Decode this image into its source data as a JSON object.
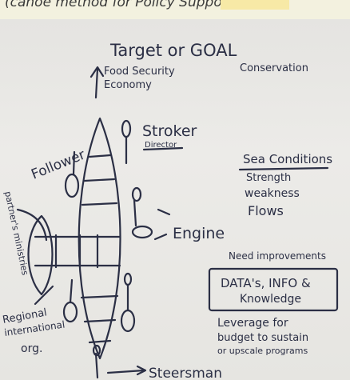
{
  "header": {
    "caption": "(canoe method for Policy Support)"
  },
  "goal": {
    "title": "Target or GOAL",
    "items": [
      "Food Security",
      "Conservation",
      "Economy"
    ]
  },
  "canoe": {
    "roles": {
      "stroker": "Stroker",
      "stroker_sub": "Director",
      "follower": "Follower",
      "engine": "Engine",
      "steersman": "Steersman",
      "partners": "partner's ministries",
      "regional": [
        "Regional",
        "international",
        "org."
      ]
    }
  },
  "sea_conditions": {
    "title": "Sea Conditions",
    "items": [
      "Strength",
      "weakness",
      "Flows"
    ]
  },
  "improvements": {
    "quote": "Need improvements",
    "box": [
      "DATA's, INFO &",
      "Knowledge"
    ],
    "leverage": [
      "Leverage for",
      "budget to sustain",
      "or upscale programs"
    ]
  },
  "colors": {
    "ink": "#2b2f45",
    "paper": "#e8e7e4",
    "top_strip": "#f3f1df",
    "sticky": "#f7e9a6"
  }
}
